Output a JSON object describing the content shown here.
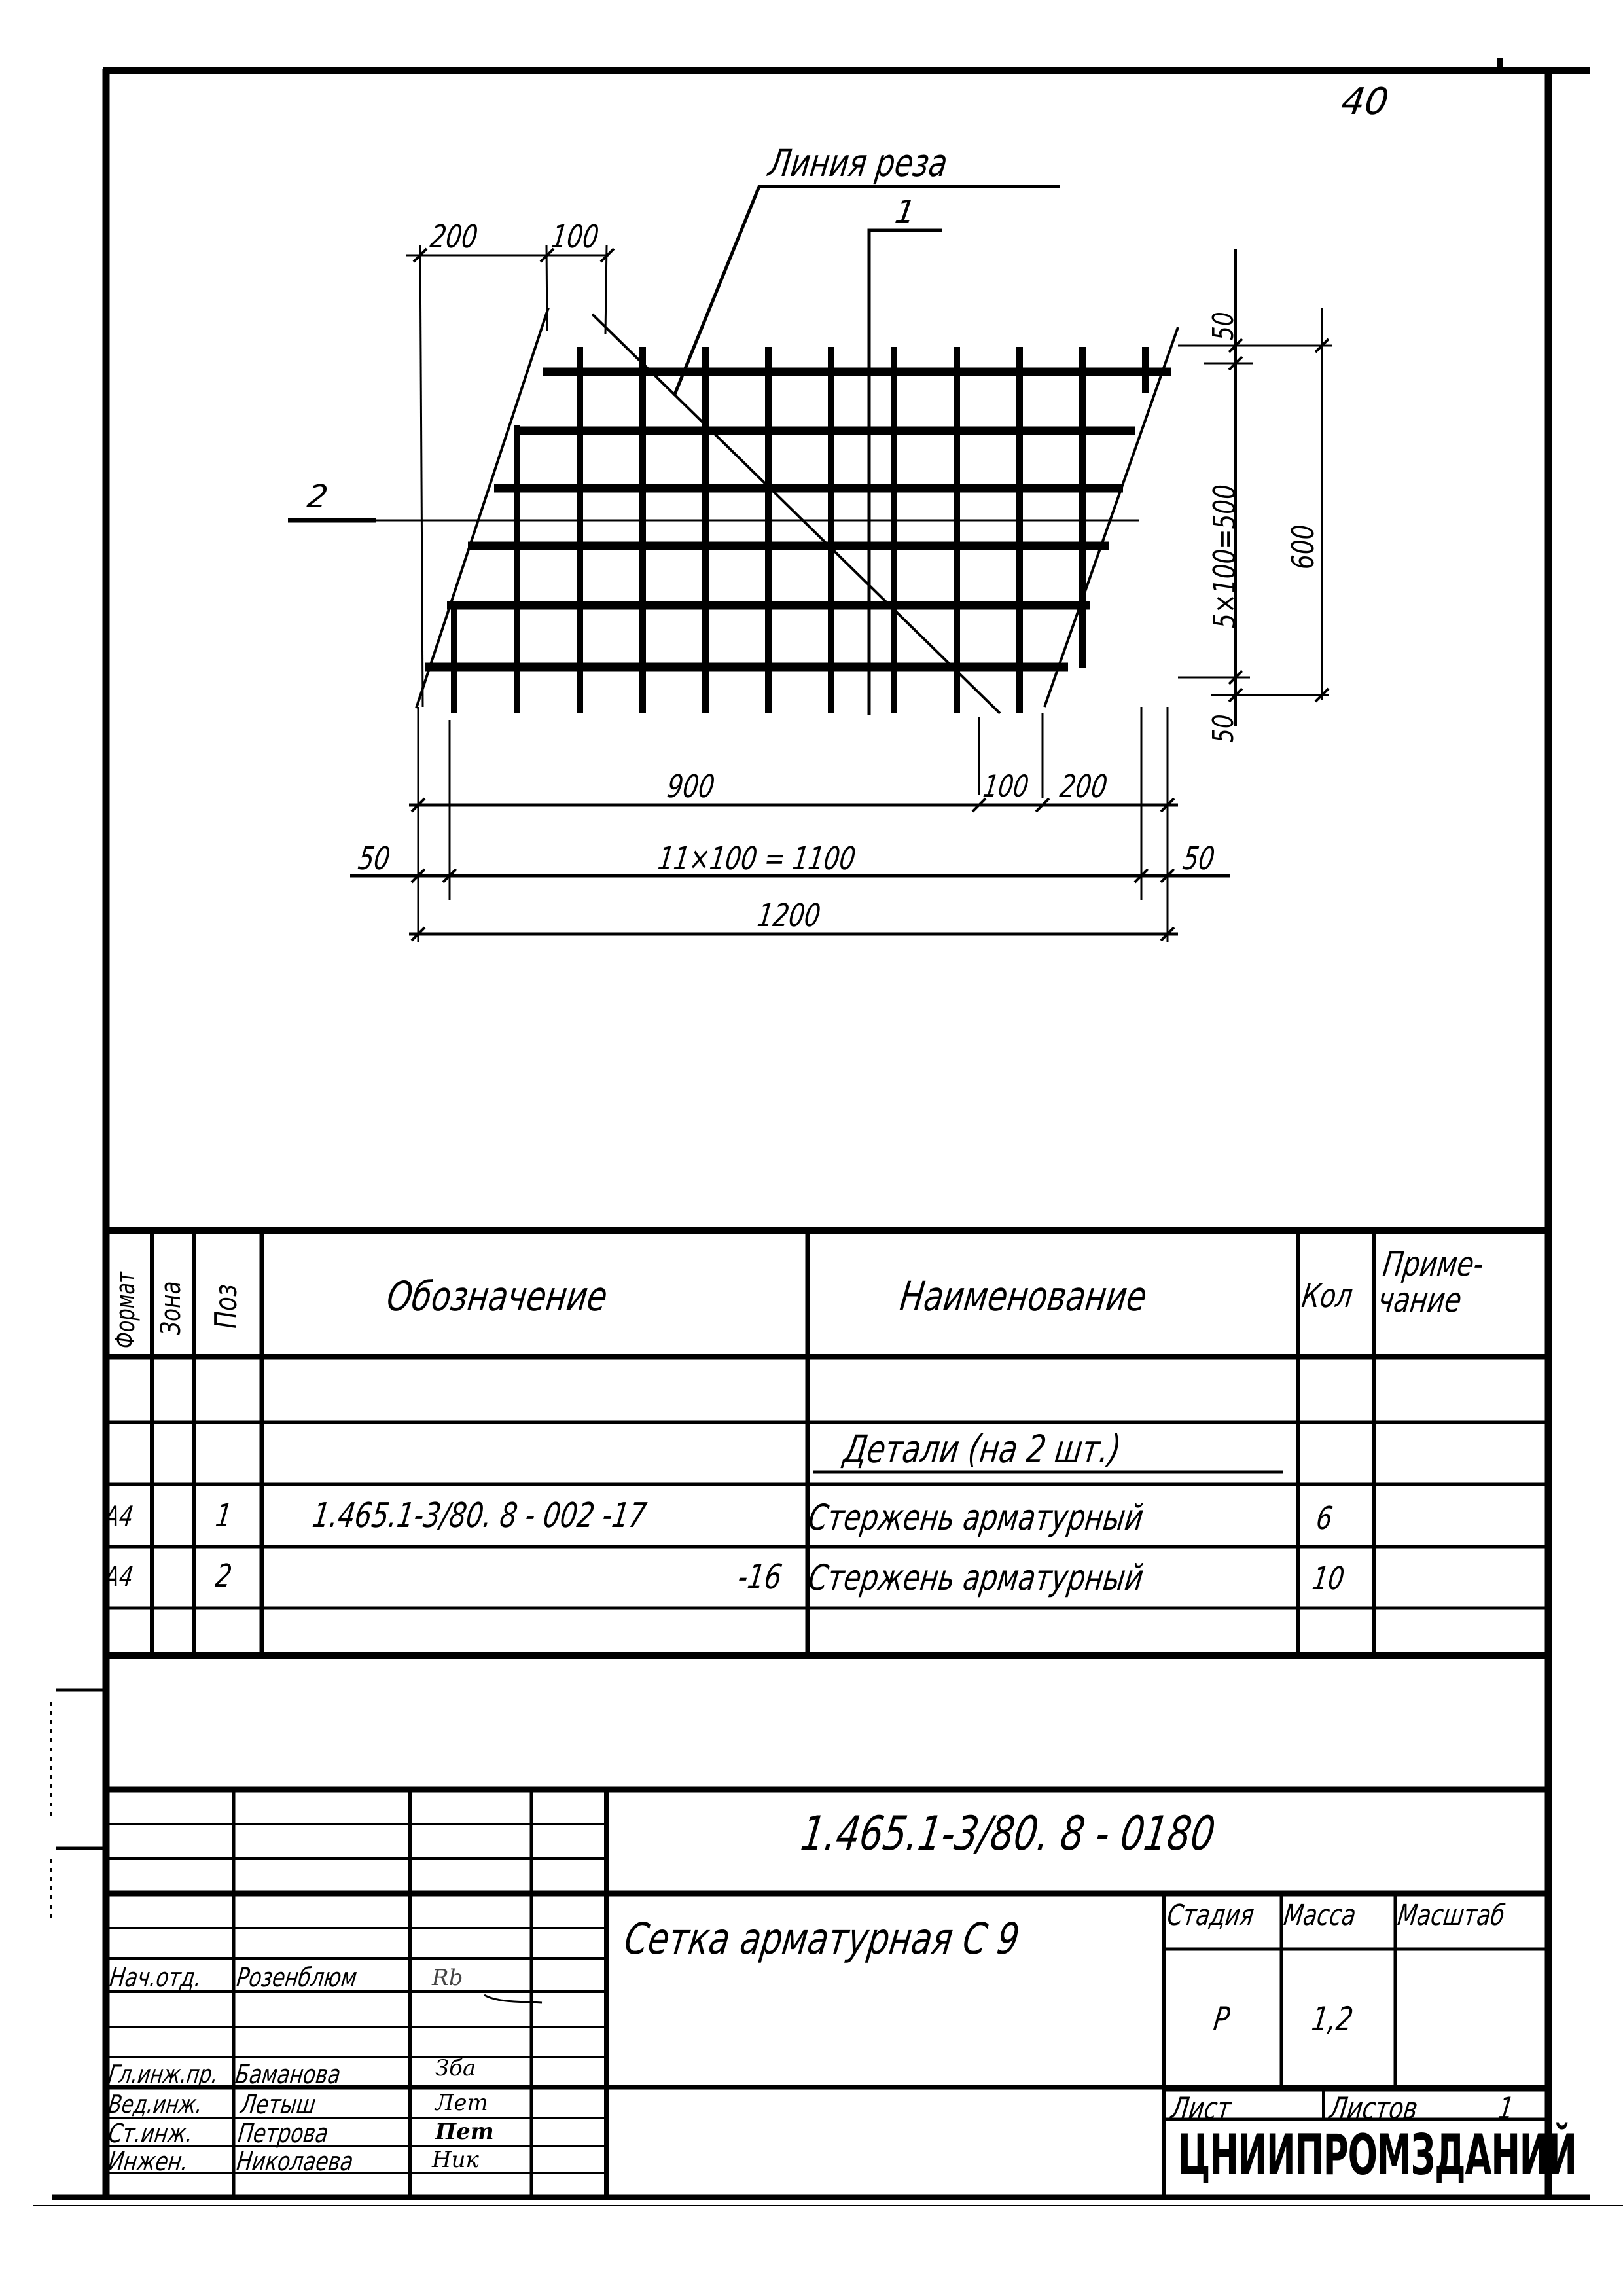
{
  "page_number": "40",
  "drawing": {
    "labels": {
      "cut_line": "Линия реза",
      "position_1": "1",
      "position_2": "2"
    },
    "dimensions": {
      "top_200": "200",
      "top_100": "100",
      "right_50_top": "50",
      "right_5x100": "5×100=500",
      "right_600": "600",
      "right_50_bottom": "50",
      "bottom_900": "900",
      "bottom_100": "100",
      "bottom_200": "200",
      "bottom_50_left": "50",
      "bottom_11x100": "11×100 = 1100",
      "bottom_50_right": "50",
      "bottom_1200": "1200"
    }
  },
  "specification": {
    "headers": {
      "format": "Формат",
      "zone": "Зона",
      "pos": "Поз",
      "designation": "Обозначение",
      "name": "Наименование",
      "qty": "Кол",
      "note": "Приме-чание"
    },
    "section_title": "Детали (на 2 шт.)",
    "rows": [
      {
        "format": "А4",
        "zone": "",
        "pos": "1",
        "designation": "1.465.1-3/80. 8 - 002 -17",
        "name": "Стержень арматурный",
        "qty": "6",
        "note": ""
      },
      {
        "format": "А4",
        "zone": "",
        "pos": "2",
        "designation": "-16",
        "name": "Стержень арматурный",
        "qty": "10",
        "note": ""
      }
    ]
  },
  "title_block": {
    "document_code": "1.465.1-3/80.  8 - 0180",
    "drawing_title": "Сетка арматурная С 9",
    "stage_label": "Стадия",
    "mass_label": "Масса",
    "scale_label": "Масштаб",
    "stage_value": "Р",
    "mass_value": "1,2",
    "scale_value": "",
    "sheet_label": "Лист",
    "sheets_label": "Листов",
    "sheets_value": "1",
    "organization": "ЦНИИПРОМЗДАНИЙ",
    "signatures": [
      {
        "role": "Нач.отд.",
        "name": "Розенблюм",
        "sign": "Rb"
      },
      {
        "role": "",
        "name": "",
        "sign": ""
      },
      {
        "role": "Гл.инж.пр.",
        "name": "Баманова",
        "sign": "Зба"
      },
      {
        "role": "Вед.инж.",
        "name": "Летыш",
        "sign": "Лет"
      },
      {
        "role": "Ст.инж.",
        "name": "Петрова",
        "sign": "Пет"
      },
      {
        "role": "Инжен.",
        "name": "Николаева",
        "sign": "Ник"
      }
    ]
  }
}
